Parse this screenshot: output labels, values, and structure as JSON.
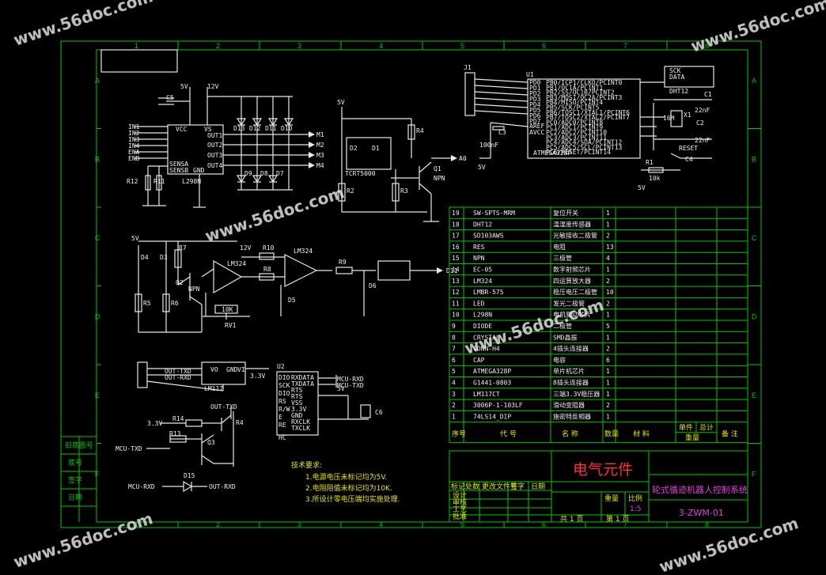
{
  "watermark": "www.56doc.com",
  "grid": {
    "columns": [
      "1",
      "2",
      "3",
      "4",
      "5",
      "6",
      "7",
      "8"
    ],
    "rows": [
      "A",
      "B",
      "C",
      "D",
      "E",
      "F"
    ]
  },
  "left_strip": [
    "旧底图号",
    "底号",
    "签字",
    "日期"
  ],
  "parts_table": {
    "rows": [
      {
        "no": "19",
        "code": "SW-SPTS-MRM",
        "name": "复位开关",
        "qty": "1"
      },
      {
        "no": "18",
        "code": "DHT12",
        "name": "温湿度传感器",
        "qty": "1"
      },
      {
        "no": "17",
        "code": "SD103AWS",
        "name": "光敏接收二极管",
        "qty": "2"
      },
      {
        "no": "16",
        "code": "RES",
        "name": "电阻",
        "qty": "13"
      },
      {
        "no": "15",
        "code": "NPN",
        "name": "三极管",
        "qty": "4"
      },
      {
        "no": "14",
        "code": "EC-05",
        "name": "数字射频芯片",
        "qty": "1"
      },
      {
        "no": "13",
        "code": "LM324",
        "name": "四运算放大器",
        "qty": "2"
      },
      {
        "no": "12",
        "code": "LMBR-575",
        "name": "稳压电压二极管",
        "qty": "10"
      },
      {
        "no": "11",
        "code": "LED",
        "name": "发光二极管",
        "qty": "2"
      },
      {
        "no": "10",
        "code": "L298N",
        "name": "电机驱动芯片",
        "qty": "1"
      },
      {
        "no": "9",
        "code": "DIODE",
        "name": "二极管",
        "qty": "5"
      },
      {
        "no": "8",
        "code": "CRYSTAL",
        "name": "SMD晶振",
        "qty": "1"
      },
      {
        "no": "7",
        "code": "CONN-H4",
        "name": "4插头连接器",
        "qty": "2"
      },
      {
        "no": "6",
        "code": "CAP",
        "name": "电容",
        "qty": "6"
      },
      {
        "no": "5",
        "code": "ATMEGA328P",
        "name": "单片机芯片",
        "qty": "1"
      },
      {
        "no": "4",
        "code": "G1441-0803",
        "name": "8插头连接器",
        "qty": "1"
      },
      {
        "no": "3",
        "code": "LM117CT",
        "name": "三端3.3V稳压器",
        "qty": "1"
      },
      {
        "no": "2",
        "code": "3006P-1-103LF",
        "name": "滑动变阻器",
        "qty": "2"
      },
      {
        "no": "1",
        "code": "74LS14_DIP",
        "name": "施密特反相器",
        "qty": "1"
      }
    ],
    "header": {
      "no": "序号",
      "code": "代 号",
      "name": "名 称",
      "qty": "数量",
      "material": "材 料",
      "unit_weight": "单件",
      "total_weight": "总计",
      "weight": "重量",
      "remark": "备 注"
    }
  },
  "title_block": {
    "drawing_title": "电气元件",
    "project_name": "轮式循迹机器人控制系统",
    "drawing_no": "3-ZWM-01",
    "weight_label": "重量",
    "scale_label": "比例",
    "scale_value": "1:5",
    "sheets_total": "共 1 页",
    "sheet_no": "第 1 页",
    "row_labels": [
      "标记",
      "处数",
      "更改文件号",
      "签字",
      "日期"
    ],
    "role_labels": [
      "设计",
      "审核",
      "工艺",
      "批准"
    ]
  },
  "notes": {
    "title": "技术要求:",
    "items": [
      "1.电源电压未标记均为5V.",
      "2.电阻阻值未标记均为10K.",
      "3.所设计零电压端均实施处理."
    ]
  },
  "labels": {
    "u1": "U1",
    "u1_part": "ATMEGA328P",
    "u1_pins_left": [
      "PD0",
      "PD1",
      "PD2",
      "PD3",
      "PD4",
      "PD5",
      "PD6",
      "PD7"
    ],
    "u1_pins_right": [
      "PB0/ICP1/CLKO/PCINT0",
      "PB1/OC1A/PCINT1",
      "PB2/SS/OC1B/PCINT2",
      "PB3/MOSI/OC2A/PCINT3",
      "PB4/MISO/PCINT4",
      "PB5/SCK/PCINT5",
      "PB6/TOSC1/XTAL1/PCINT6",
      "PB7/TOSC2/XTAL2/PCINT7",
      "PC0/ADC0/PCINT8",
      "PC1/ADC1/PCINT9",
      "PC2/ADC2/PCINT10",
      "PC3/ADC3/PCINT11",
      "PC4/ADC4/SDA/PCINT12",
      "PC5/ADC5/SCL/PCINT13",
      "PC6/RESET/PCINT14"
    ],
    "u1_aref": "AREF",
    "u1_avcc": "AVCC",
    "j1": "J1",
    "c3": "C3",
    "c3_val": "100nF",
    "dht12": "DHT12",
    "dht_pins": [
      "SCK",
      "DATA"
    ],
    "x1": "X1",
    "x1_val": "16M",
    "c1": "C1",
    "c1_val": "22nF",
    "c2": "C2",
    "c2_val": "22nF",
    "reset": "RESET",
    "r1": "R1",
    "r1_val": "10k",
    "c4": "C4",
    "v5": "5V",
    "v12": "12V",
    "v33": "3.3V",
    "l298n": "L298N",
    "l298_pins_left": [
      "IN1",
      "IN2",
      "IN3",
      "IN4",
      "ENA",
      "ENB"
    ],
    "l298_pins_inner": [
      "VCC",
      "VS",
      "OUT1",
      "OUT2",
      "OUT3",
      "OUT4",
      "SENSA",
      "SENSB",
      "GND"
    ],
    "motor_out": [
      "M1",
      "M2",
      "M3",
      "M4"
    ],
    "diodes_top": [
      "D13",
      "D12",
      "D11",
      "D10"
    ],
    "diodes_bot": [
      "D9",
      "D8",
      "D7"
    ],
    "c5": "C5",
    "r11": "R11",
    "r12": "R12",
    "tcrt": "TCRT5000",
    "d1": "D1",
    "d2": "D2",
    "r2": "R2",
    "r3": "R3",
    "r4": "R4",
    "q1": "Q1",
    "npn": "NPN",
    "a0": "A0",
    "d4": "D4",
    "d3": "D3",
    "r7": "R7",
    "q2": "Q2",
    "r5": "R5",
    "r6": "R6",
    "lm324": "LM324",
    "r10": "R10",
    "r8": "R8",
    "r9": "R9",
    "d5": "D5",
    "d6": "D6",
    "rv1": "RV1",
    "rv1_val": "10K",
    "d11": "D11",
    "lm117": "LM117",
    "vo": "VO",
    "gnd": "GND",
    "vi": "VI",
    "out_txd": "OUT-TXD",
    "out_rxd": "OUT-RXD",
    "u2": "U2",
    "u2_part": "HC",
    "u2_pins_left": [
      "DIO",
      "SCK",
      "DIO",
      "RS",
      "R/W",
      "E",
      "RE"
    ],
    "u2_pins_right": [
      "RXDATA",
      "TXDATA",
      "RTS",
      "RTS",
      "VSS",
      "3.3V",
      "GND",
      "RXCLK",
      "TXCLK"
    ],
    "mcu_rxd": "MCU-RXD",
    "mcu_txd": "MCU-TXD",
    "c6": "C6",
    "r14": "R14",
    "r13": "R13",
    "q3": "Q3",
    "d15": "D15"
  }
}
